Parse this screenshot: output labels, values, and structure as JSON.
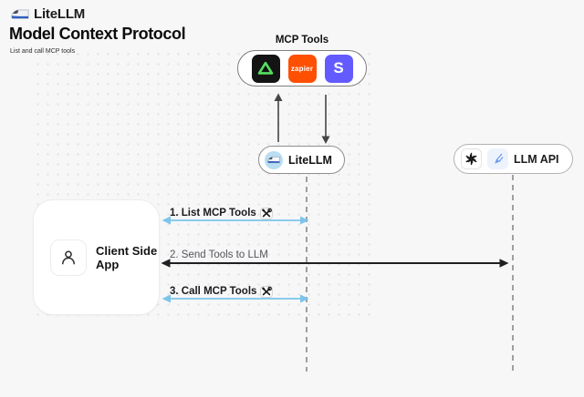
{
  "header": {
    "brand": "LiteLLM",
    "title": "Model Context Protocol",
    "subtitle": "List and call MCP tools"
  },
  "diagram": {
    "mcp_tools": {
      "label": "MCP Tools",
      "tools": [
        {
          "name": "triangle-tool",
          "label": ""
        },
        {
          "name": "zapier",
          "label": "zapier"
        },
        {
          "name": "stripe",
          "label": "S"
        }
      ]
    },
    "nodes": {
      "litellm": {
        "label": "LiteLLM"
      },
      "llm_api": {
        "label": "LLM API"
      },
      "client": {
        "label": "Client Side App"
      }
    },
    "steps": [
      {
        "label": "1. List MCP Tools"
      },
      {
        "label": "2. Send Tools to LLM"
      },
      {
        "label": "3. Call MCP Tools"
      }
    ]
  },
  "colors": {
    "background": "#f7f7f8",
    "accent_blue_arrow": "#7cc4ea",
    "dark_arrow": "#202022",
    "lifeline_gray": "#9f9f9f",
    "zapier_orange": "#ff4f00",
    "stripe_purple": "#635bff",
    "triangle_green": "#55e060",
    "litellm_icon_bg": "#b9ddf1"
  }
}
